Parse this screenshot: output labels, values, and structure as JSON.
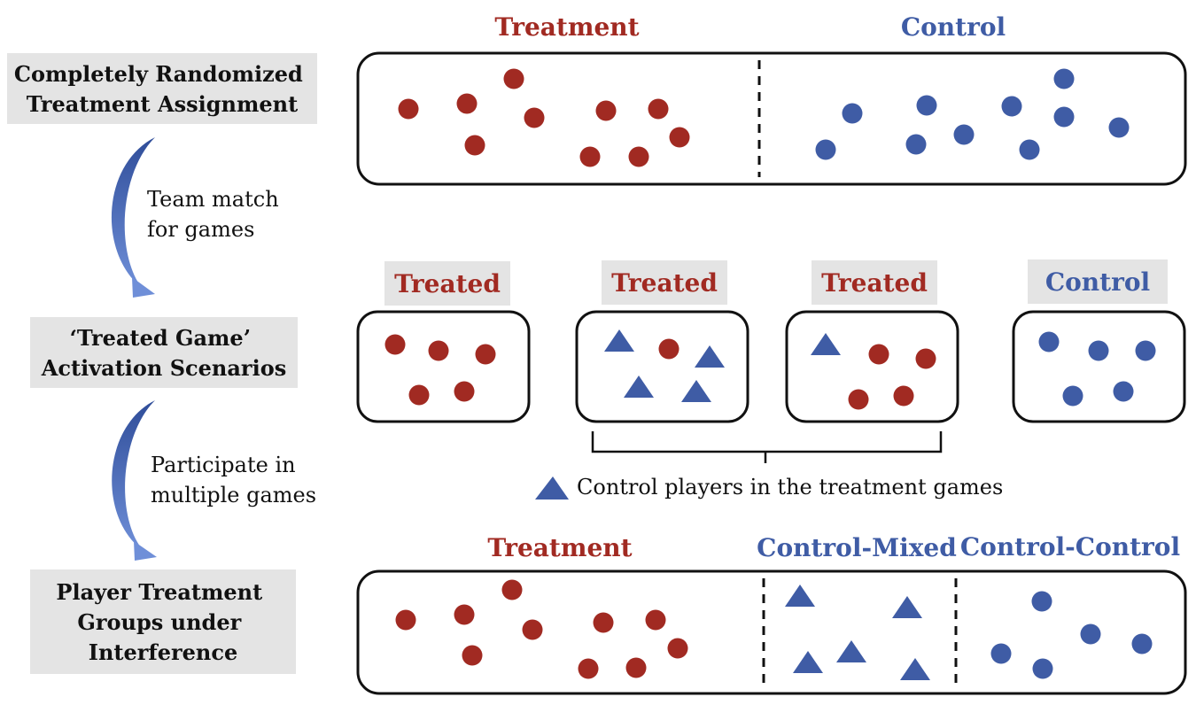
{
  "stages": [
    {
      "lines": [
        "Completely Randomized",
        "Treatment Assignment"
      ]
    },
    {
      "lines": [
        "‘Treated Game’",
        "Activation Scenarios"
      ]
    },
    {
      "lines": [
        "Player Treatment",
        "Groups under",
        "Interference"
      ]
    }
  ],
  "arrows": [
    {
      "lines": [
        "Team match",
        "for games"
      ]
    },
    {
      "lines": [
        "Participate in",
        "multiple games"
      ]
    }
  ],
  "top_panel": {
    "treatment_label": "Treatment",
    "control_label": "Control"
  },
  "games": [
    "Treated",
    "Treated",
    "Treated",
    "Control"
  ],
  "legend": {
    "text": "Control players in the treatment games",
    "icon": "triangle-icon"
  },
  "bottom_panel": {
    "treatment_label": "Treatment",
    "mixed_label": "Control-Mixed",
    "control_label": "Control-Control"
  },
  "colors": {
    "treatment": "#a12a22",
    "control": "#3f5ca5"
  }
}
